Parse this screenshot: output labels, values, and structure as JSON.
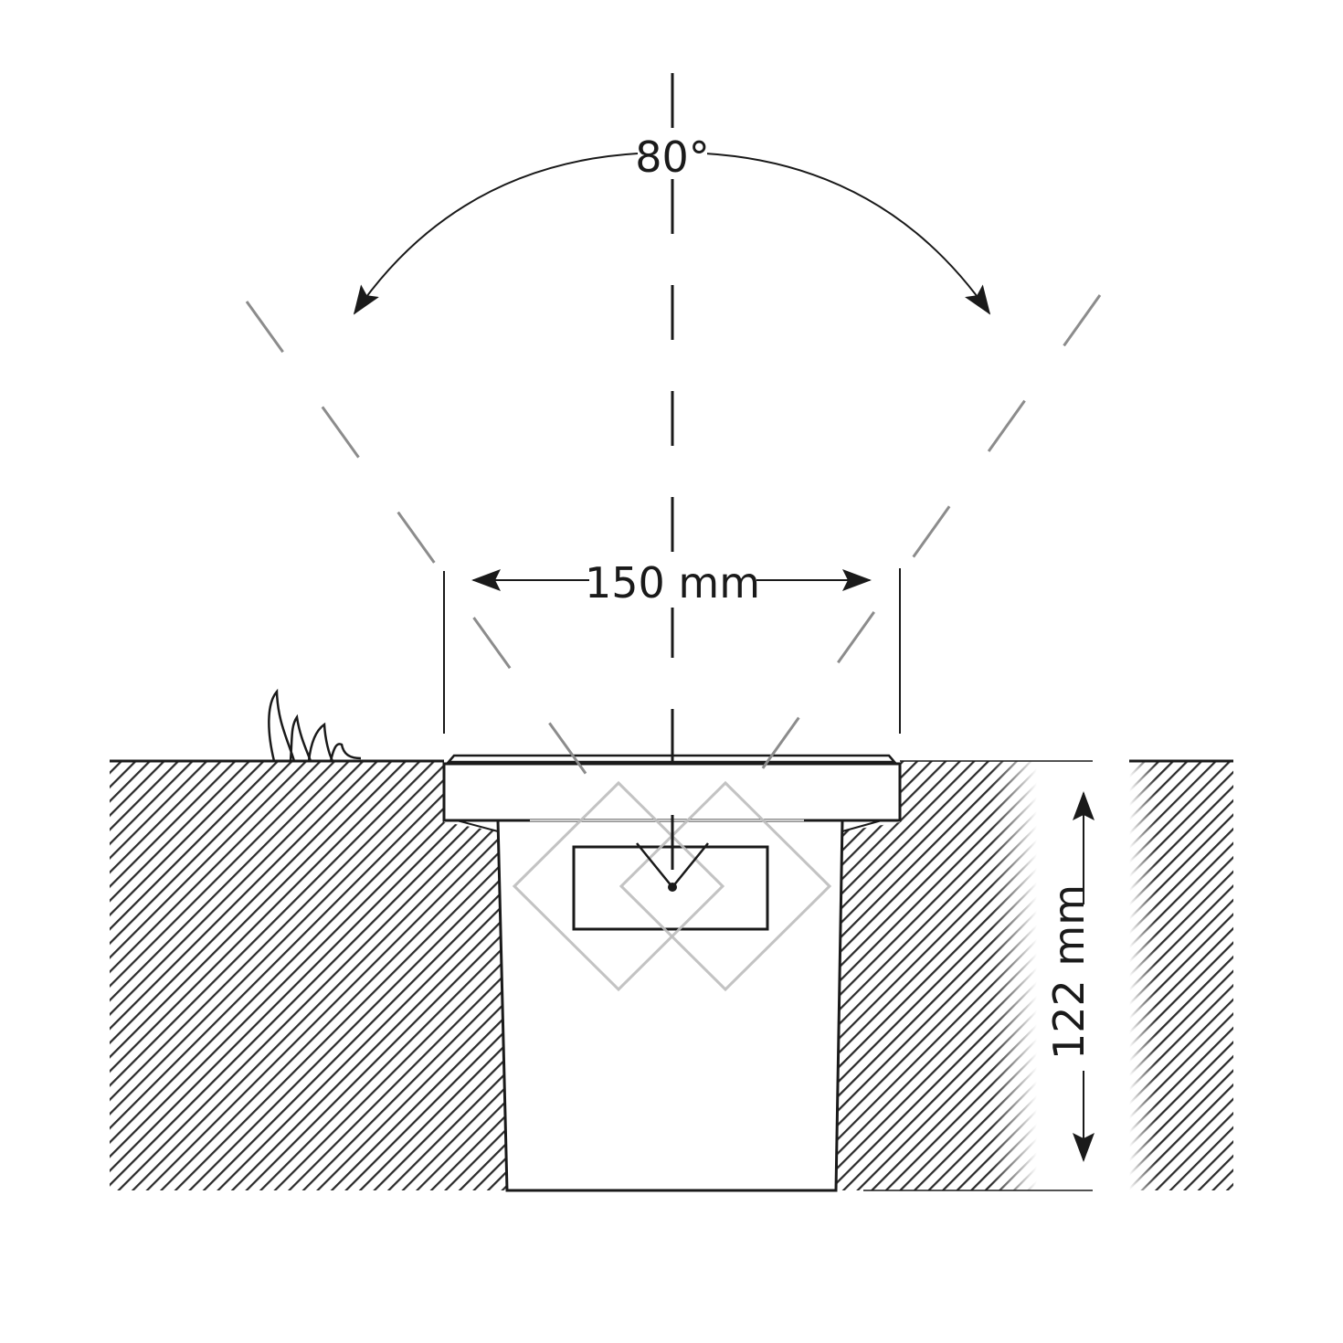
{
  "diagram": {
    "beam_angle_label": "80°",
    "width_label": "150 mm",
    "depth_label": "122 mm",
    "colors": {
      "line": "#1a1a1a",
      "hatch": "#2b2b2b",
      "beam_dash": "#8c8c8c",
      "light_shape": "#bdbdbd",
      "background": "#ffffff"
    }
  }
}
